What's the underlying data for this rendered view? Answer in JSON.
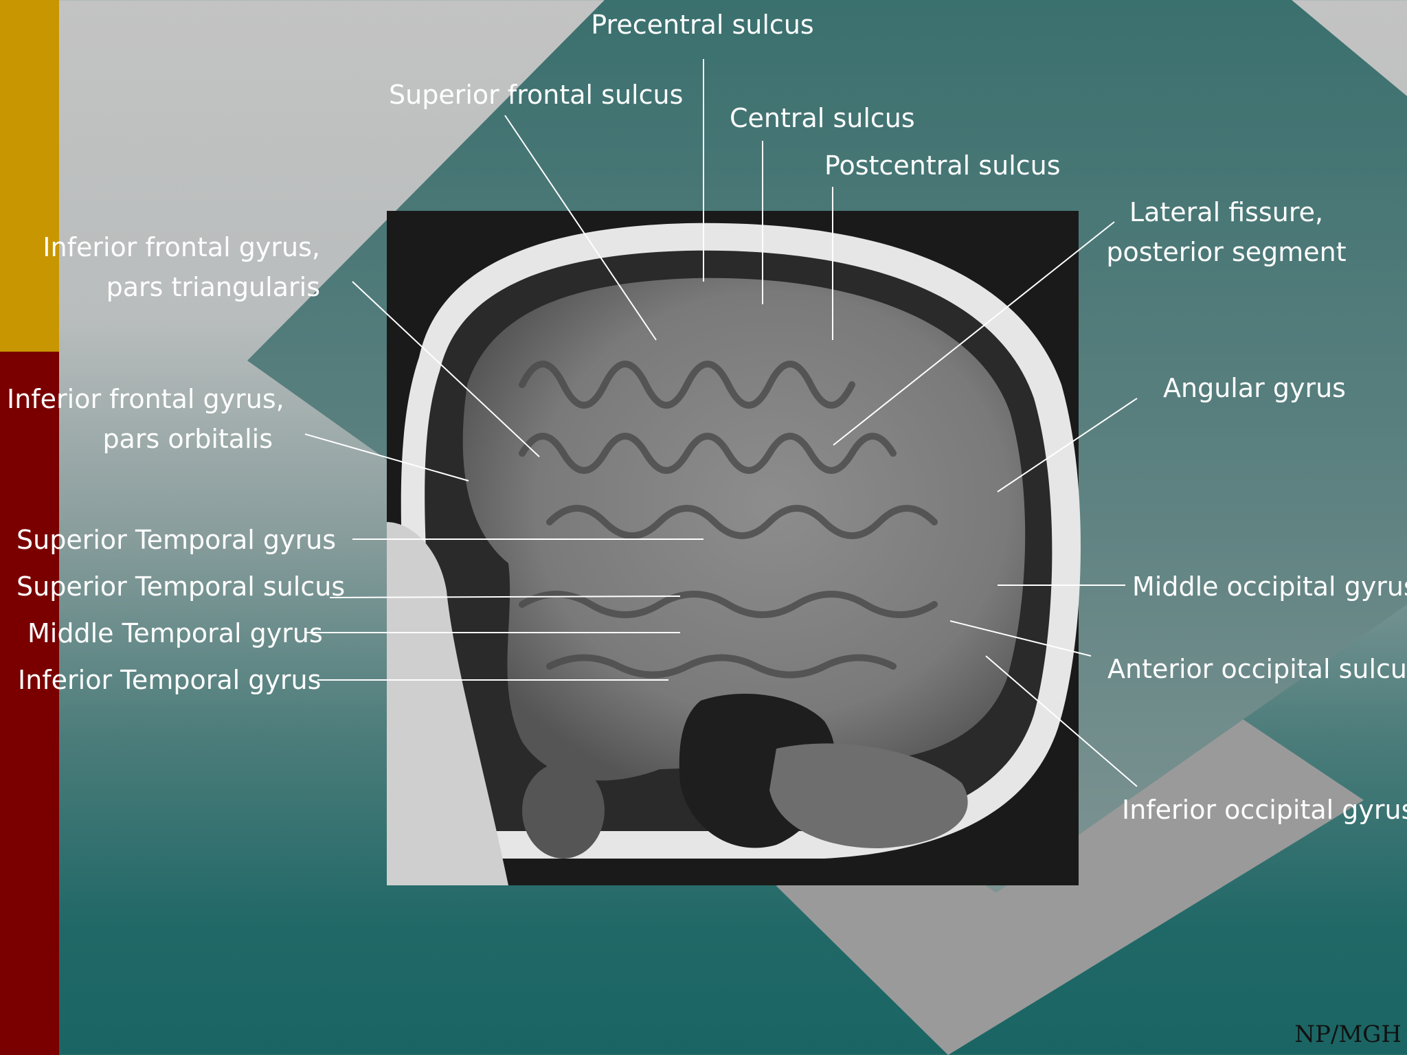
{
  "colors": {
    "gold_bar": "#c89600",
    "red_bar": "#7a0000",
    "teal": "#3f7371",
    "gray_diamond": "#9a9a9a",
    "label_text": "#ffffff"
  },
  "image": {
    "description_icon": "brain-mri-sagittal-image"
  },
  "labels": {
    "precentral_sulcus": "Precentral sulcus",
    "superior_frontal_sulcus": "Superior frontal sulcus",
    "central_sulcus": "Central sulcus",
    "postcentral_sulcus": "Postcentral sulcus",
    "lateral_fissure_line1": "Lateral fissure,",
    "lateral_fissure_line2": "posterior segment",
    "ifg_triangularis_line1": "Inferior frontal gyrus,",
    "ifg_triangularis_line2": "pars triangularis",
    "ifg_orbitalis_line1": "Inferior frontal gyrus,",
    "ifg_orbitalis_line2": "pars orbitalis",
    "angular_gyrus": "Angular gyrus",
    "superior_temporal_gyrus": "Superior Temporal gyrus",
    "superior_temporal_sulcus": "Superior Temporal sulcus",
    "middle_temporal_gyrus": "Middle Temporal gyrus",
    "inferior_temporal_gyrus": "Inferior Temporal gyrus",
    "middle_occipital_gyrus": "Middle occipital gyrus",
    "anterior_occipital_sulcus": "Anterior occipital sulcus",
    "inferior_occipital_gyrus": "Inferior occipital gyrus"
  },
  "credit": "NP/MGH"
}
